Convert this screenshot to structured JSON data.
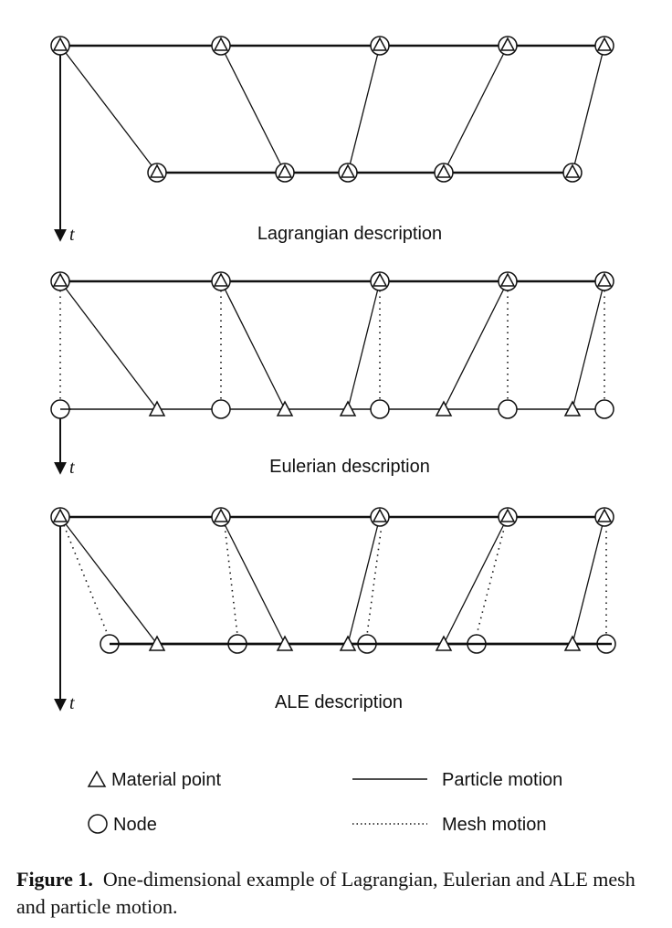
{
  "panels": [
    {
      "id": "lagrangian",
      "caption": "Lagrangian description",
      "time_label": "t"
    },
    {
      "id": "eulerian",
      "caption": "Eulerian description",
      "time_label": "t"
    },
    {
      "id": "ale",
      "caption": "ALE description",
      "time_label": "t"
    }
  ],
  "legend": {
    "material_point": "Material point",
    "node": "Node",
    "particle_motion": "Particle motion",
    "mesh_motion": "Mesh motion"
  },
  "figure_caption": {
    "label": "Figure 1.",
    "text": "One-dimensional example of Lagrangian, Eulerian and ALE mesh and particle motion."
  },
  "colors": {
    "ink": "#111111"
  }
}
